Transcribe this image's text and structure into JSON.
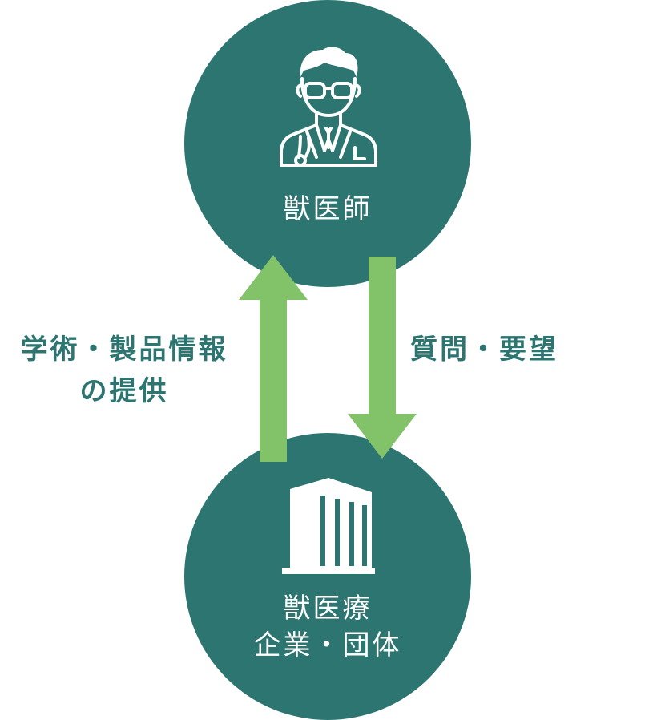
{
  "colors": {
    "node_fill": "#2c7570",
    "arrow_fill": "#82c36a",
    "label_text": "#2c7570",
    "node_text": "#ffffff"
  },
  "nodes": {
    "top": {
      "label": "獣医師",
      "icon": "doctor-icon"
    },
    "bottom": {
      "label_line1": "獣医療",
      "label_line2": "企業・団体",
      "icon": "building-icon"
    }
  },
  "edges": {
    "up": {
      "label_line1": "学術・製品情報",
      "label_line2": "の提供"
    },
    "down": {
      "label": "質問・要望"
    }
  }
}
